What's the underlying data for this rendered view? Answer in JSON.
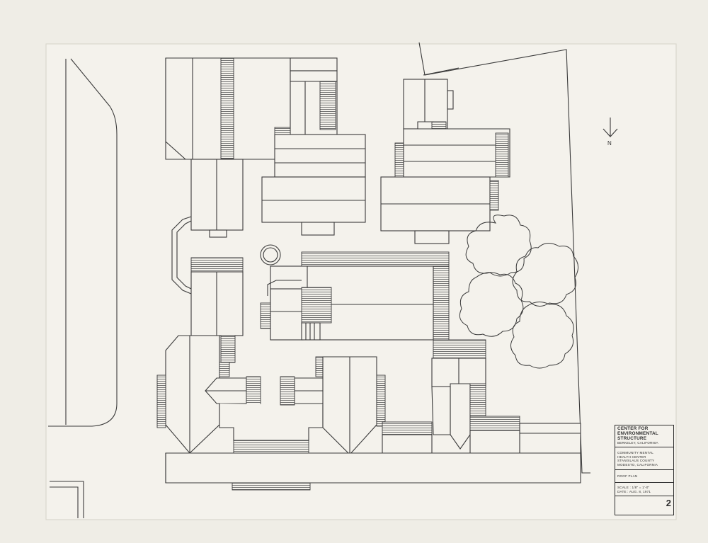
{
  "title_block": {
    "org_line_1": "CENTER FOR",
    "org_line_2": "ENVIRONMENTAL",
    "org_line_3": "STRUCTURE",
    "org_location": "BERKELEY, CALIFORNIA",
    "project_line_1": "COMMUNITY MENTAL",
    "project_line_2": "HEALTH CENTER",
    "project_line_3": "STANISLAUS COUNTY",
    "project_line_4": "MODESTO, CALIFORNIA",
    "drawing_title": "ROOF PLAN",
    "scale": "SCALE :  1/8\" = 1'-0\"",
    "date": "DATE  :  AUG. 8, 1971",
    "sheet_number": "2"
  },
  "north_label": "N",
  "icons": {
    "north_arrow": "north-arrow-icon"
  }
}
